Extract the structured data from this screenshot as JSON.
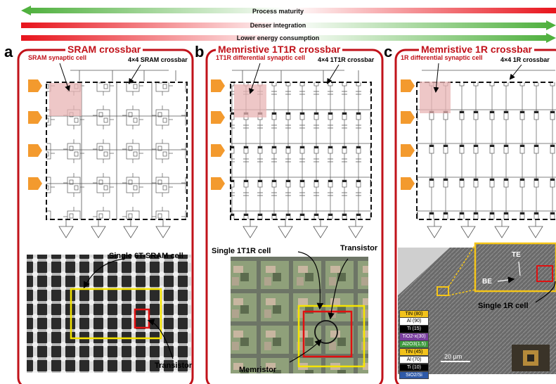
{
  "bars": {
    "maturity": "Process maturity",
    "density": "Denser integration",
    "energy": "Lower energy consumption"
  },
  "panels": [
    {
      "letter": "a",
      "title": "SRAM crossbar",
      "cell_label": "SRAM synaptic cell",
      "crossbar_label": "4×4 SRAM crossbar",
      "photo_label": "Single 6T-SRAM cell",
      "component_label": "Transistor"
    },
    {
      "letter": "b",
      "title": "Memristive 1T1R crossbar",
      "cell_label": "1T1R differential  synaptic cell",
      "crossbar_label": "4×4 1T1R crossbar",
      "photo_label": "Single 1T1R cell",
      "component_label": "Transistor",
      "component_label_2": "Memristor"
    },
    {
      "letter": "c",
      "title": "Memristive 1R crossbar",
      "cell_label": "1R differential  synaptic cell",
      "crossbar_label": "4×4 1R crossbar",
      "photo_label": "Single 1R cell",
      "te_label": "TE",
      "be_label": "BE",
      "scale_label": "20 µm",
      "layers": [
        "TiN (80)",
        "Al (90)",
        "Ti (15)",
        "TiO2-x(30)",
        "Al2O3(1.5)",
        "TiN (45)",
        "Al (70)",
        "Ti (10)",
        "SiO2/Si"
      ],
      "layer_colors": [
        "#f2c21b",
        "#ffffff",
        "#000000",
        "#7a3fa0",
        "#3f9b3f",
        "#f2c21b",
        "#ffffff",
        "#000000",
        "#2f5aa8"
      ]
    }
  ],
  "colors": {
    "panel_border": "#c1121a",
    "input_arrow": "#f39a2e",
    "cell_highlight": "#e8b4b4",
    "photo_box_yellow": "#f5e400",
    "photo_box_red": "#e01010",
    "bar_green": "#4caf3a",
    "bar_red": "#e8141c"
  }
}
